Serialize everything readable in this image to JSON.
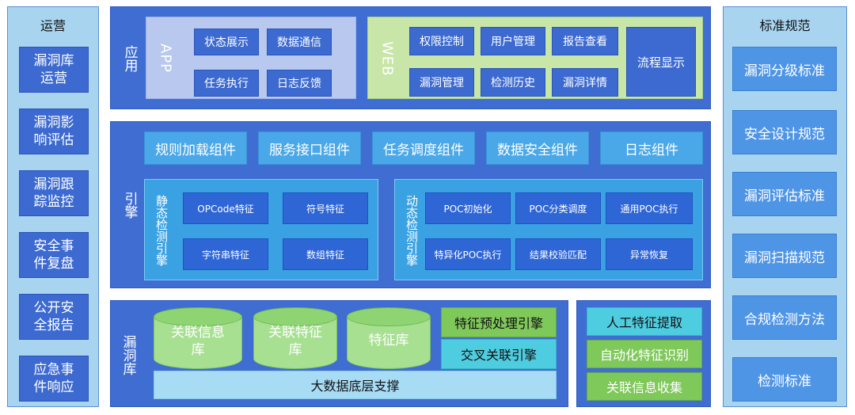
{
  "ops": {
    "title": "运营",
    "items": [
      "漏洞库运营",
      "漏洞影响评估",
      "漏洞跟踪监控",
      "安全事件复盘",
      "公开安全报告",
      "应急事件响应"
    ]
  },
  "standards": {
    "title": "标准规范",
    "items": [
      "漏洞分级标准",
      "安全设计规范",
      "漏洞评估标准",
      "漏洞扫描规范",
      "合规检测方法",
      "检测标准"
    ]
  },
  "app": {
    "label": "应用",
    "app_box": {
      "title": "APP",
      "buttons": [
        "状态展示",
        "数据通信",
        "任务执行",
        "日志反馈"
      ]
    },
    "web_box": {
      "title": "WEB",
      "buttons": [
        "权限控制",
        "用户管理",
        "报告查看",
        "漏洞管理",
        "检测历史",
        "漏洞详情"
      ],
      "flow": "流程显示"
    }
  },
  "engine": {
    "label": "引擎",
    "components": [
      "规则加载组件",
      "服务接口组件",
      "任务调度组件",
      "数据安全组件",
      "日志组件"
    ],
    "static": {
      "label": "静态检测引擎",
      "features": [
        "OPCode特征",
        "符号特征",
        "字符串特征",
        "数组特征"
      ]
    },
    "dynamic": {
      "label": "动态检测引擎",
      "features": [
        "POC初始化",
        "POC分类调度",
        "通用POC执行",
        "特异化POC执行",
        "结果校验匹配",
        "异常恢复"
      ]
    }
  },
  "vulndb": {
    "label": "漏洞库",
    "cylinders": [
      "关联信息库",
      "关联特征库",
      "特征库"
    ],
    "engines": [
      "特征预处理引擎",
      "交叉关联引擎"
    ],
    "bigdata": "大数据底层支撑"
  },
  "extraction": {
    "items": [
      "人工特征提取",
      "自动化特征识别",
      "关联信息收集"
    ]
  },
  "colors": {
    "panel": "#3f6dd1",
    "side": "#a8d4f0",
    "app_bg": "#b8c8ef",
    "web_bg": "#c8e6a8",
    "green_box": "#7fc85a",
    "cyan_box": "#4fcde0",
    "feature_blue": "#2f66d6"
  }
}
